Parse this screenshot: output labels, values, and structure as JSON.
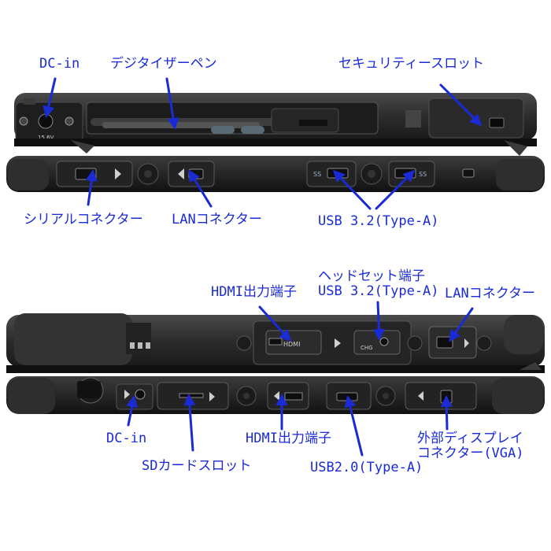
{
  "labels": {
    "dc_in_top": "DC-in",
    "pen": "デジタイザーペン",
    "security": "セキュリティースロット",
    "serial": "シリアルコネクター",
    "lan_top": "LANコネクター",
    "usb32_top": "USB 3.2(Type-A)",
    "hdmi_top": "HDMI出力端子",
    "headset": "ヘッドセット端子",
    "usb32_mid": "USB 3.2(Type-A)",
    "lan_mid": "LANコネクター",
    "dc_in_bottom": "DC-in",
    "sd": "SDカードスロット",
    "hdmi_bottom": "HDMI出力端子",
    "usb20": "USB2.0(Type-A)",
    "vga_line1": "外部ディスプレイ",
    "vga_line2": "コネクター(VGA)"
  },
  "port_markings": {
    "dc_rating": "15.6V",
    "hdmi": "HDMI",
    "ss": "SS",
    "chg": "CHG"
  },
  "colors": {
    "label": "#1a2bd6",
    "arrow": "#1a2bd6",
    "chassis": "#2b2b2b",
    "chassis_dark": "#151515",
    "background": "#ffffff"
  }
}
